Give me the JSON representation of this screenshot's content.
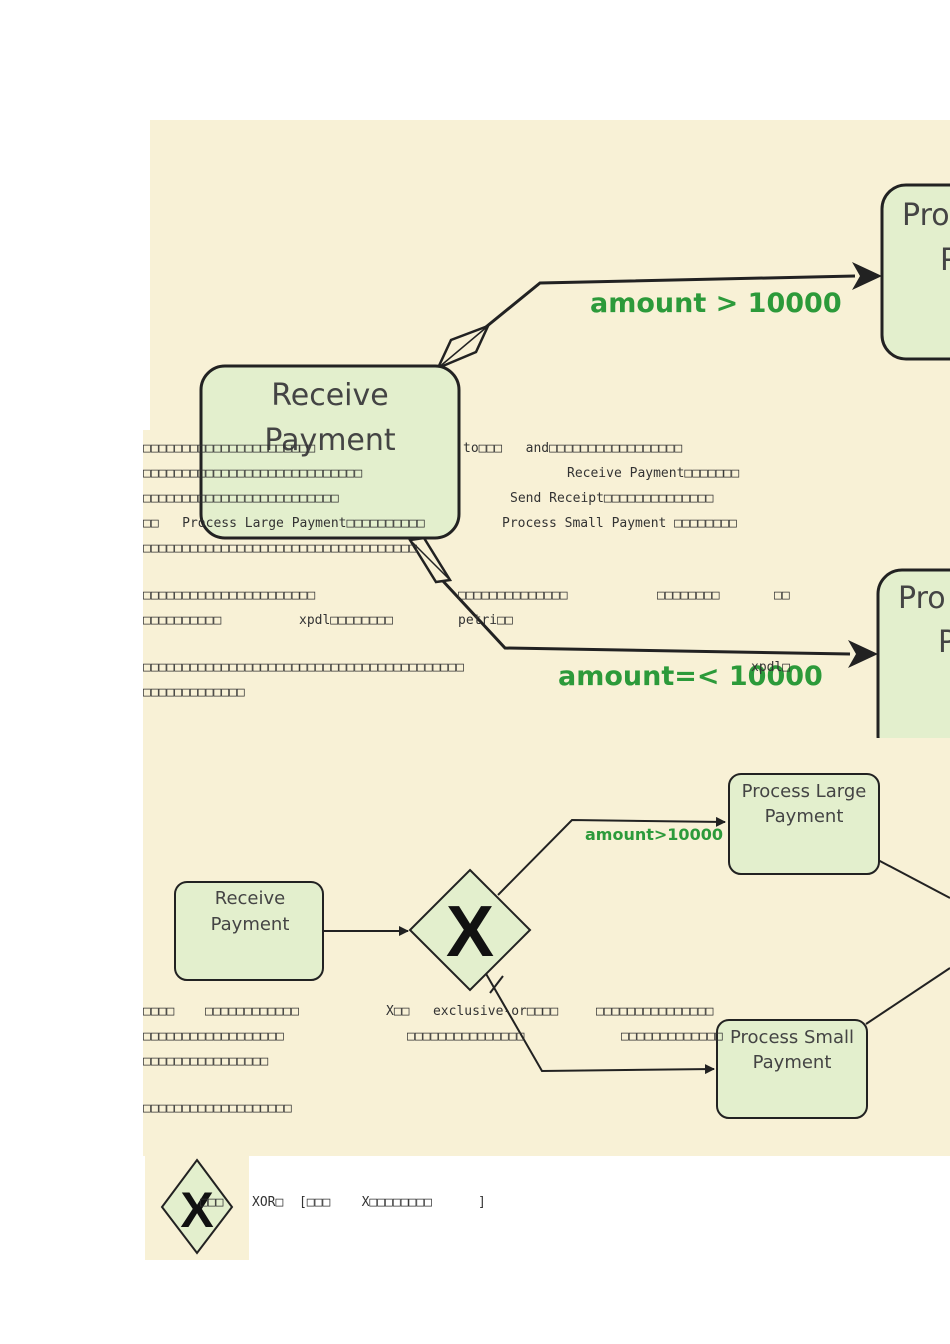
{
  "figure1": {
    "receive_line1": "Receive",
    "receive_line2": "Payment",
    "large_partial_line1": "Pro",
    "large_partial_line2": "P",
    "small_partial_line1": "Pro",
    "small_partial_line2": "P",
    "cond_large": "amount > 10000",
    "cond_small": "amount=< 10000"
  },
  "figure2": {
    "receive_line1": "Receive",
    "receive_line2": "Payment",
    "gateway": "X",
    "large_line1": "Process Large",
    "large_line2": "Payment",
    "small_line1": "Process Small",
    "small_line2": "Payment",
    "cond_large": "amount>10000"
  },
  "figure3": {
    "gateway": "X"
  },
  "text": {
    "p1_l1a": "□□□□□□□□□□□□□□□□□□□□□□",
    "p1_l1b": "to□□□   and□□□□□□□□□□□□□□□□□",
    "p1_l2a": "□□□□□□□□□□□□□□□□□□□□□□□□□□□□",
    "p1_l2b": "Receive Payment□□□□□□□",
    "p1_l3a": "□□□□□□□□□□□□□□□□□□□□□□□□□",
    "p1_l3b": "Send Receipt□□□□□□□□□□□□□□",
    "p1_l4a": "□□   Process Large Payment□□□□□□□□□□",
    "p1_l4b": "Process Small Payment □□□□□□□□",
    "p1_l5": "□□□□□□□□□□□□□□□□□□□□□□□□□□□□□□□□□□□",
    "p2_l1a": "□□□□□□□□□□□□□□□□□□□□□□",
    "p2_l1b": "□□□□□□□□□□□□□□",
    "p2_l1c": "□□□□□□□□",
    "p2_l1d": "□□",
    "p2_l2a": "□□□□□□□□□□",
    "p2_l2b": "xpdl□□□□□□□□",
    "p2_l2c": "petri□□",
    "p3_l1": "□□□□□□□□□□□□□□□□□□□□□□□□□□□□□□□□□□□□□□□□□",
    "p3_l1b": "xpdl□",
    "p3_l2": "□□□□□□□□□□□□□",
    "p4_l1a": "□□□□",
    "p4_l1b": "□□□□□□□□□□□□",
    "p4_l1c": "X□□   exclusive-or□□□□",
    "p4_l1d": "□□□□□□□□□□□□□□□",
    "p4_l2a": "□□□□□□□□□□□□□□□□□□",
    "p4_l2b": "□□□□□□□□□□□□□□□",
    "p4_l2c": "□□□□□□□□□□□□□",
    "p4_l3": "□□□□□□□□□□□□□□□□",
    "p5_l1": "□□□□□□□□□□□□□□□□□□□",
    "p6_a": "□□□",
    "p6_b": "XOR□  [□□□    X□□□□□□□□",
    "p6_c": "]"
  }
}
